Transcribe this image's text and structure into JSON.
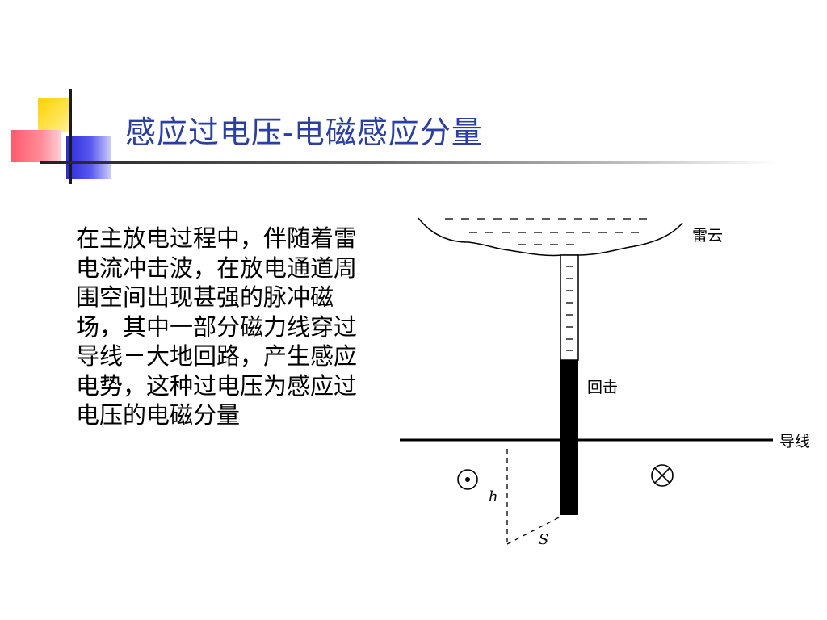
{
  "slide": {
    "title": "感应过电压-电磁感应分量",
    "body": "在主放电过程中，伴随着雷电流冲击波，在放电通道周围空间出现甚强的脉冲磁场，其中一部分磁力线穿过导线－大地回路，产生感应电势，这种过电压为感应过电压的电磁分量"
  },
  "diagram": {
    "labels": {
      "cloud": "雷云",
      "return_stroke": "回击",
      "wire": "导线",
      "height": "h",
      "distance": "S"
    },
    "symbols": {
      "field_out": "dot-circle-icon",
      "field_in": "cross-circle-icon"
    }
  },
  "colors": {
    "title": "#2a3fa0",
    "text": "#000000",
    "accent_yellow": "#ffd200",
    "accent_red": "#ff5a6e",
    "accent_blue": "#2a2ad8"
  }
}
